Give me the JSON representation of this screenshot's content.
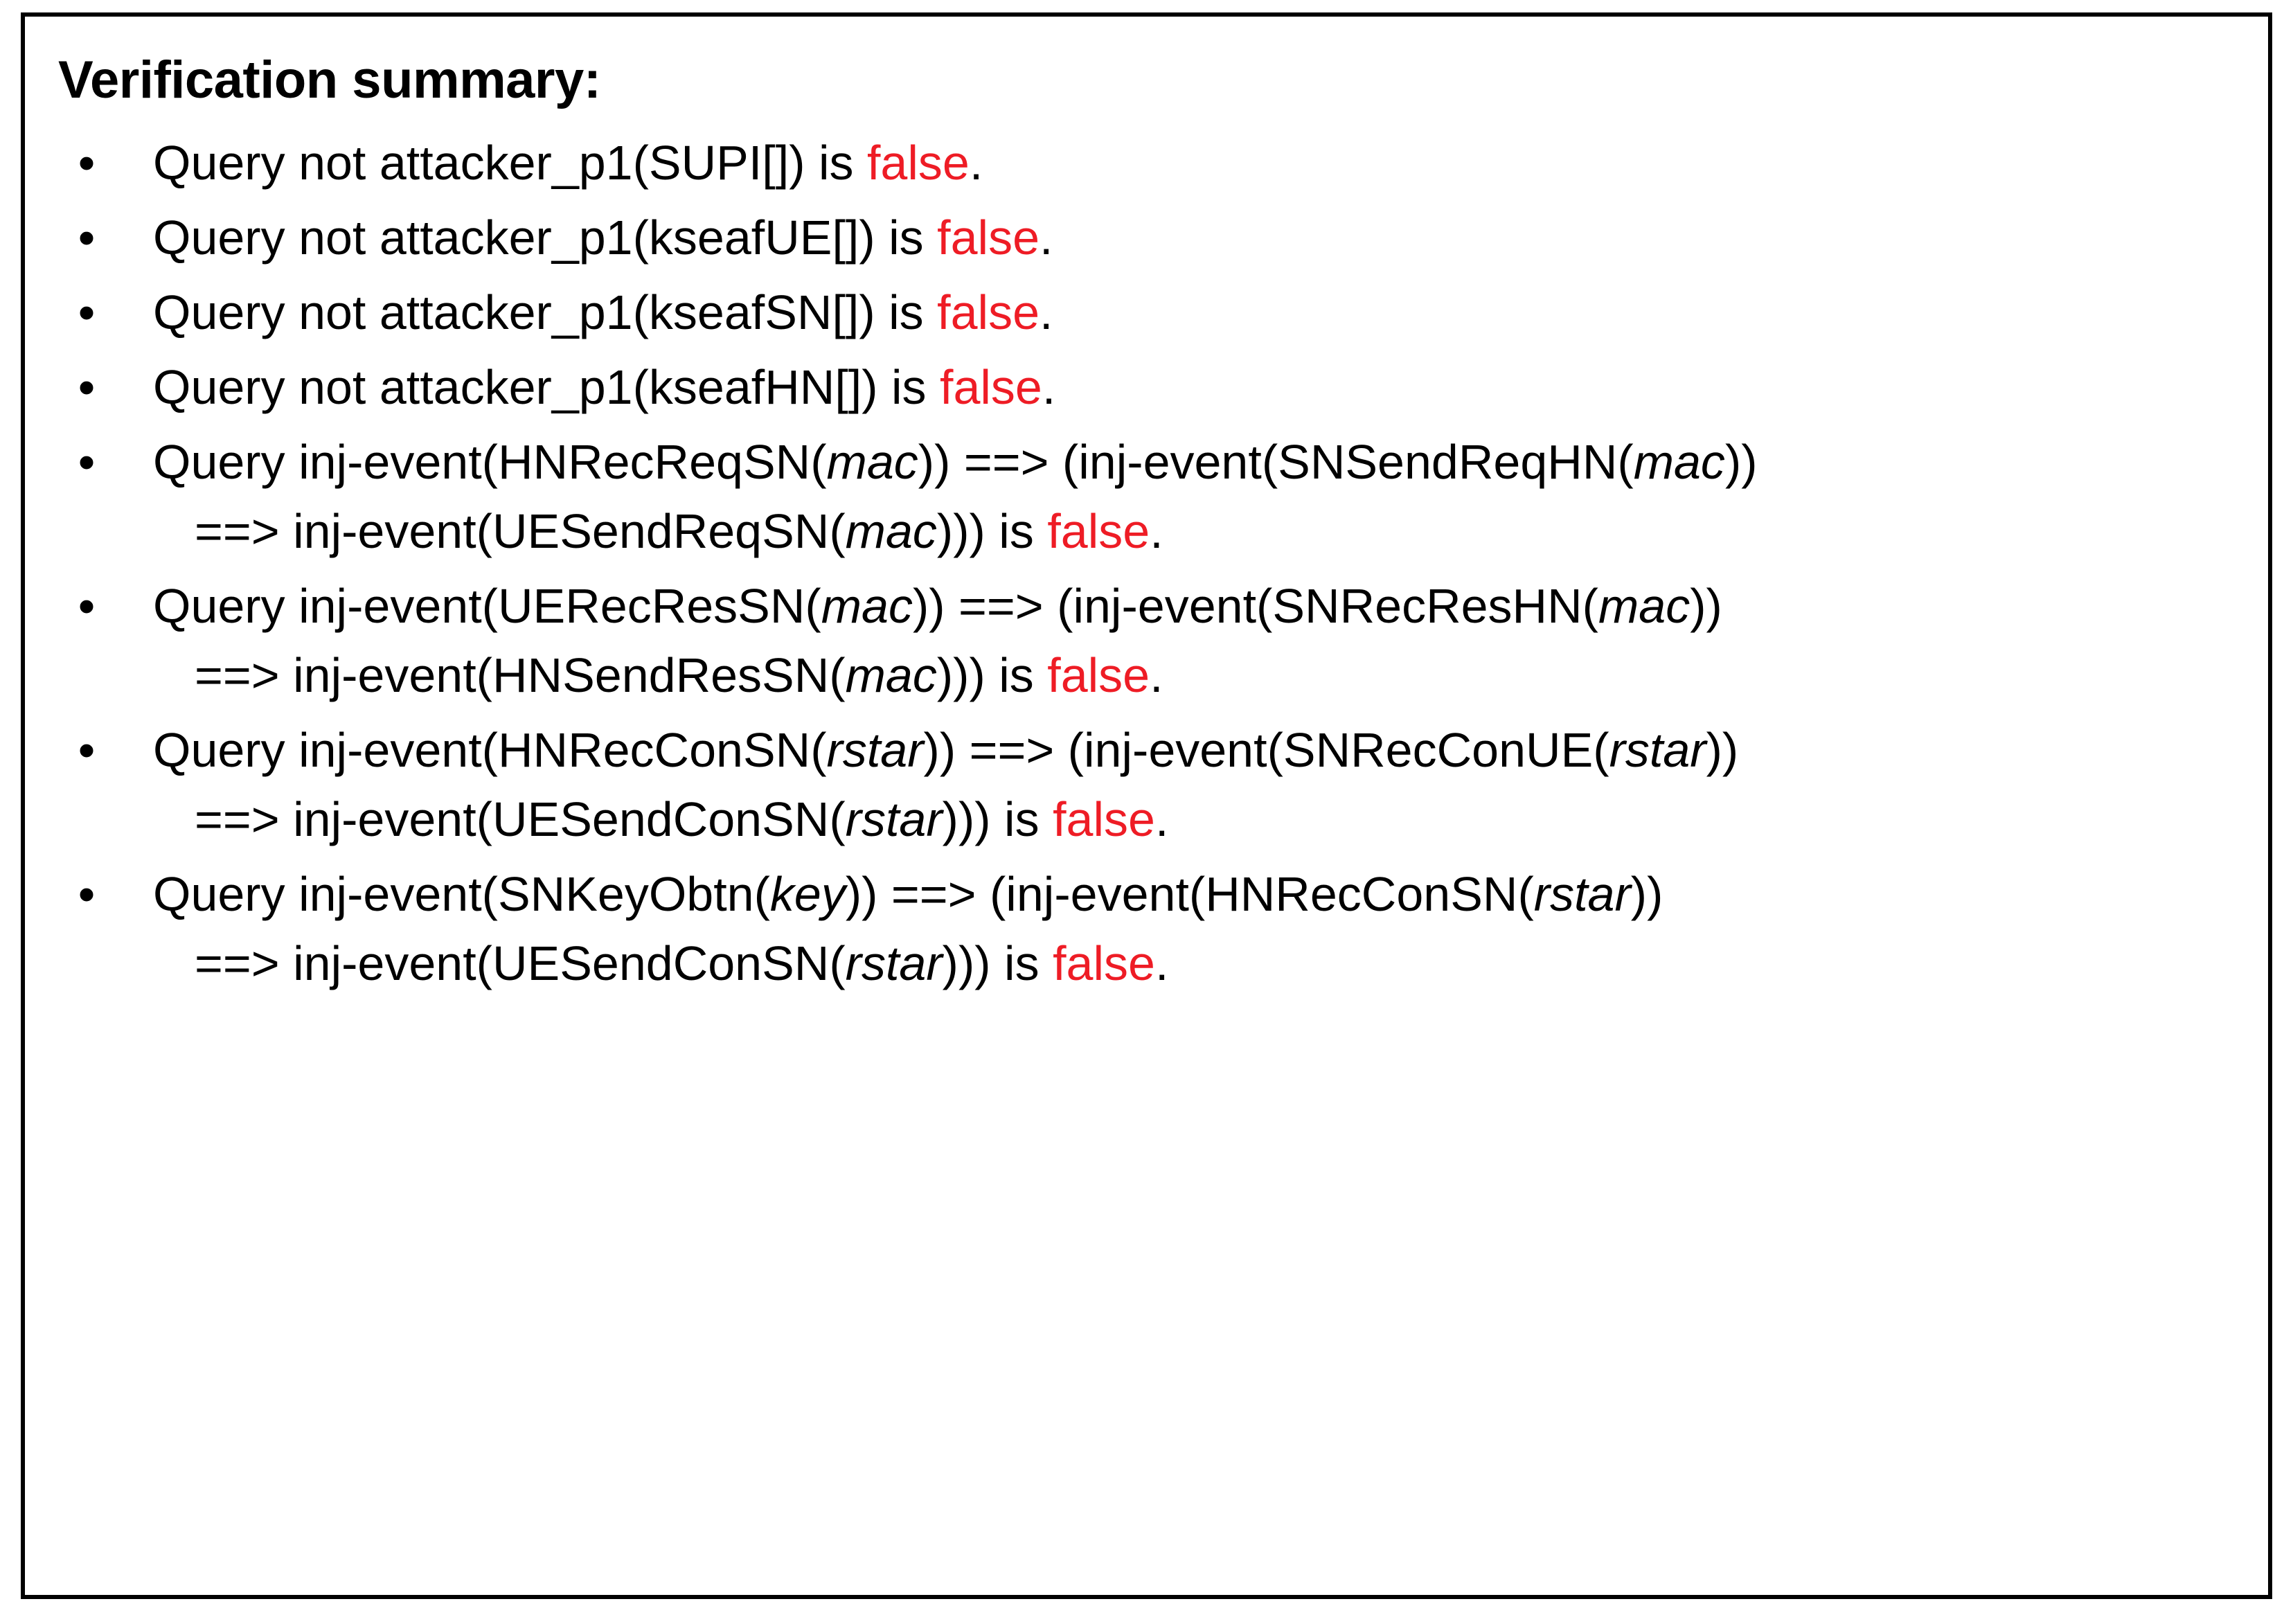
{
  "panel": {
    "title": "Verification summary:",
    "bullet_glyph": "•",
    "border_color": "#000000",
    "background_color": "#ffffff",
    "text_color": "#000000",
    "false_color": "#ee1c25"
  },
  "queries": [
    {
      "id": "query-supi",
      "lines": [
        [
          {
            "t": "Query not attacker_p1(SUPI[]) is ",
            "s": "plain"
          },
          {
            "t": "false",
            "s": "false"
          },
          {
            "t": ".",
            "s": "plain"
          }
        ]
      ]
    },
    {
      "id": "query-kseafue",
      "lines": [
        [
          {
            "t": "Query not attacker_p1(kseafUE[]) is ",
            "s": "plain"
          },
          {
            "t": "false",
            "s": "false"
          },
          {
            "t": ".",
            "s": "plain"
          }
        ]
      ]
    },
    {
      "id": "query-kseafsn",
      "lines": [
        [
          {
            "t": "Query not attacker_p1(kseafSN[]) is ",
            "s": "plain"
          },
          {
            "t": "false",
            "s": "false"
          },
          {
            "t": ".",
            "s": "plain"
          }
        ]
      ]
    },
    {
      "id": "query-kseafhn",
      "lines": [
        [
          {
            "t": "Query not attacker_p1(kseafHN[]) is ",
            "s": "plain"
          },
          {
            "t": "false",
            "s": "false"
          },
          {
            "t": ".",
            "s": "plain"
          }
        ]
      ]
    },
    {
      "id": "query-hnrecreqsn",
      "lines": [
        [
          {
            "t": "Query inj-event(HNRecReqSN(",
            "s": "plain"
          },
          {
            "t": "mac",
            "s": "param"
          },
          {
            "t": ")) ==> (inj-event(SNSendReqHN(",
            "s": "plain"
          },
          {
            "t": "mac",
            "s": "param"
          },
          {
            "t": "))",
            "s": "plain"
          }
        ],
        [
          {
            "t": "==> inj-event(UESendReqSN(",
            "s": "plain"
          },
          {
            "t": "mac",
            "s": "param"
          },
          {
            "t": "))) is ",
            "s": "plain"
          },
          {
            "t": "false",
            "s": "false"
          },
          {
            "t": ".",
            "s": "plain"
          }
        ]
      ]
    },
    {
      "id": "query-uerecressn",
      "lines": [
        [
          {
            "t": "Query inj-event(UERecResSN(",
            "s": "plain"
          },
          {
            "t": "mac",
            "s": "param"
          },
          {
            "t": ")) ==> (inj-event(SNRecResHN(",
            "s": "plain"
          },
          {
            "t": "mac",
            "s": "param"
          },
          {
            "t": "))",
            "s": "plain"
          }
        ],
        [
          {
            "t": "==> inj-event(HNSendResSN(",
            "s": "plain"
          },
          {
            "t": "mac",
            "s": "param"
          },
          {
            "t": "))) is ",
            "s": "plain"
          },
          {
            "t": "false",
            "s": "false"
          },
          {
            "t": ".",
            "s": "plain"
          }
        ]
      ]
    },
    {
      "id": "query-hnrecconsn",
      "lines": [
        [
          {
            "t": "Query inj-event(HNRecConSN(",
            "s": "plain"
          },
          {
            "t": "rstar",
            "s": "param"
          },
          {
            "t": ")) ==> (inj-event(SNRecConUE(",
            "s": "plain"
          },
          {
            "t": "rstar",
            "s": "param"
          },
          {
            "t": "))",
            "s": "plain"
          }
        ],
        [
          {
            "t": "==> inj-event(UESendConSN(",
            "s": "plain"
          },
          {
            "t": "rstar",
            "s": "param"
          },
          {
            "t": "))) is ",
            "s": "plain"
          },
          {
            "t": "false",
            "s": "false"
          },
          {
            "t": ".",
            "s": "plain"
          }
        ]
      ]
    },
    {
      "id": "query-snkeyobtn",
      "lines": [
        [
          {
            "t": "Query inj-event(SNKeyObtn(",
            "s": "plain"
          },
          {
            "t": "key",
            "s": "param"
          },
          {
            "t": ")) ==> (inj-event(HNRecConSN(",
            "s": "plain"
          },
          {
            "t": "rstar",
            "s": "param"
          },
          {
            "t": "))",
            "s": "plain"
          }
        ],
        [
          {
            "t": "==> inj-event(UESendConSN(",
            "s": "plain"
          },
          {
            "t": "rstar",
            "s": "param"
          },
          {
            "t": "))) is ",
            "s": "plain"
          },
          {
            "t": "false",
            "s": "false"
          },
          {
            "t": ".",
            "s": "plain"
          }
        ]
      ]
    }
  ]
}
